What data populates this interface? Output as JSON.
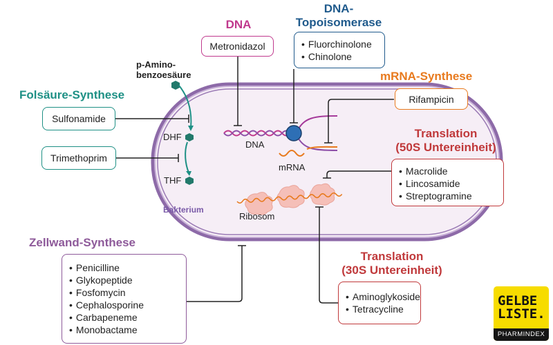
{
  "colors": {
    "dna": "#c0398d",
    "topoisomerase": "#1f5a8c",
    "mrna": "#e87a1e",
    "folsaeure": "#1e9085",
    "translation": "#c0393b",
    "zellwand": "#8e5a9a",
    "cell_fill": "#f6eef6",
    "cell_wall": "#8d6aa8",
    "line": "#222222"
  },
  "targets": {
    "dna": {
      "heading": "DNA",
      "drug": "Metronidazol"
    },
    "topoisomerase": {
      "heading_line1": "DNA-",
      "heading_line2": "Topoisomerase",
      "drugs": [
        "Fluorchinolone",
        "Chinolone"
      ]
    },
    "mrna": {
      "heading": "mRNA-Synthese",
      "drug": "Rifampicin"
    },
    "folsaeure": {
      "heading": "Folsäure-Synthese",
      "drug1": "Sulfonamide",
      "drug2": "Trimethoprim"
    },
    "translation50s": {
      "heading_line1": "Translation",
      "heading_line2": "(50S Untereinheit)",
      "drugs": [
        "Macrolide",
        "Lincosamide",
        "Streptogramine"
      ]
    },
    "translation30s": {
      "heading_line1": "Translation",
      "heading_line2": "(30S Untereinheit)",
      "drugs": [
        "Aminoglykoside",
        "Tetracycline"
      ]
    },
    "zellwand": {
      "heading": "Zellwand-Synthese",
      "drugs": [
        "Penicilline",
        "Glykopeptide",
        "Fosfomycin",
        "Cephalosporine",
        "Carbapeneme",
        "Monobactame"
      ]
    }
  },
  "cell": {
    "label": "Bakterium",
    "paba_line1": "p-Amino-",
    "paba_line2": "benzoesäure",
    "dhf": "DHF",
    "thf": "THF",
    "dna": "DNA",
    "mrna": "mRNA",
    "ribosom": "Ribosom"
  },
  "logo": {
    "line1": "GELBE",
    "line2": "LISTE.",
    "sub": "PHARMINDEX"
  }
}
